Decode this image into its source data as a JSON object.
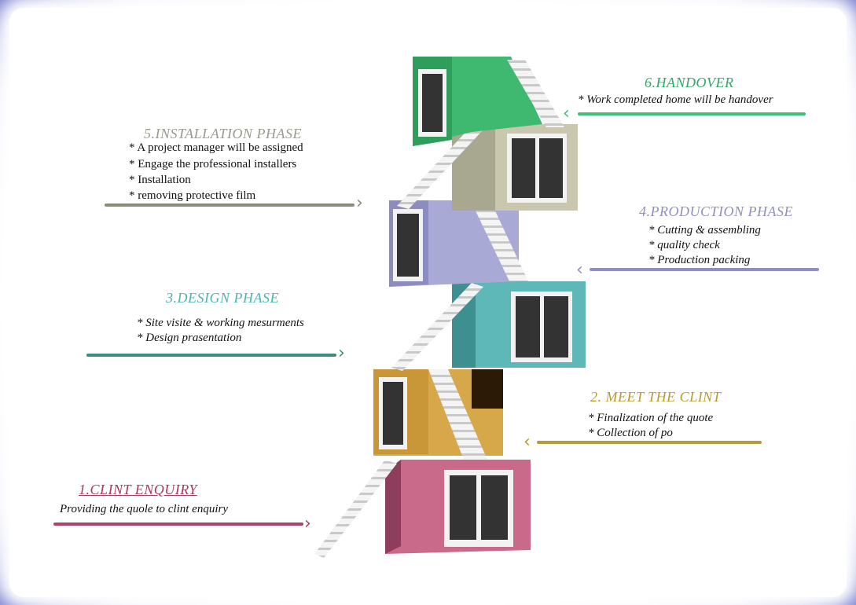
{
  "colors": {
    "frame": "#7b80c8",
    "handover": "#3fbf78",
    "installation": "#8a8c7a",
    "production": "#8f8fc4",
    "design": "#3e8a80",
    "meet": "#b59a3e",
    "enquiry": "#b0406c",
    "title_handover": "#2fa868",
    "title_installation": "#9a9a8e",
    "title_production": "#8f8fc4",
    "title_design": "#4fb3b3",
    "title_meet": "#b89a2e",
    "title_enquiry": "#a8385f"
  },
  "steps": {
    "handover": {
      "title": "6.HANDOVER",
      "lines": [
        "* Work completed home will be handover"
      ]
    },
    "installation": {
      "title": "5.INSTALLATION PHASE",
      "lines": [
        "* A project manager will be assigned",
        "* Engage the professional installers",
        "* Installation",
        "* removing protective film"
      ]
    },
    "production": {
      "title": "4.PRODUCTION PHASE",
      "lines": [
        "* Cutting & assembling",
        "* quality check",
        "* Production packing"
      ]
    },
    "design": {
      "title": "3.DESIGN  PHASE",
      "lines": [
        "* Site visite & working mesurments",
        "* Design prasentation"
      ]
    },
    "meet": {
      "title": "2. MEET THE CLINT",
      "lines": [
        "* Finalization of the quote",
        "* Collection of po"
      ]
    },
    "enquiry": {
      "title": "1.CLINT ENQUIRY",
      "lines": [
        "Providing the quole to clint enquiry"
      ]
    }
  },
  "icons": {
    "left_arrow": "chevron-left-icon",
    "right_arrow": "chevron-right-icon"
  }
}
